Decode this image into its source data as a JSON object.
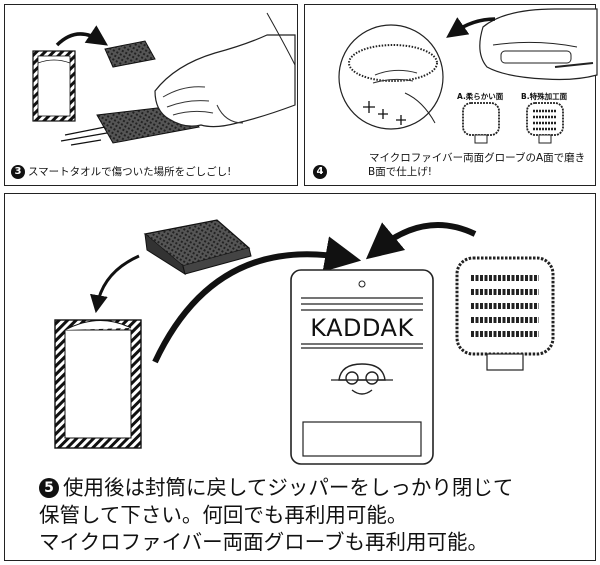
{
  "step3": {
    "number": "3",
    "caption": "スマートタオルで傷ついた場所をごしごし!"
  },
  "step4": {
    "number": "4",
    "caption_line1": "マイクロファイバー両面グローブのA面で磨き",
    "caption_line2": "B面で仕上げ!",
    "label_a": "A.柔らかい面",
    "label_b": "B.特殊加工面"
  },
  "step5": {
    "number": "5",
    "package_brand": "KADDAK",
    "caption_line1": "使用後は封筒に戻してジッパーをしっかり閉じて",
    "caption_line2": "保管して下さい。何回でも再利用可能。",
    "caption_line3": "マイクロファイバー両面グローブも再利用可能。"
  },
  "icons": [
    "envelope-icon",
    "towel-icon",
    "hand-icon",
    "car-icon",
    "glove-icon",
    "sparkle-icon",
    "arrow-icon",
    "car-face-logo-icon"
  ]
}
